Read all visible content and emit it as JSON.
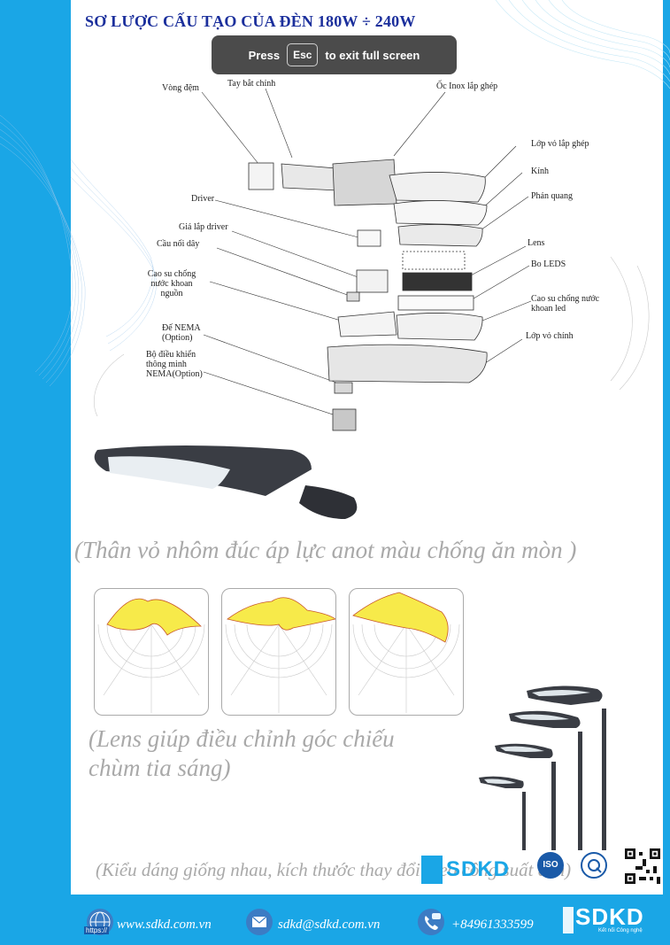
{
  "title": "SƠ LƯỢC CẤU TẠO CỦA ĐÈN 180W ÷ 240W",
  "fullscreen_toast": {
    "press": "Press",
    "key": "Esc",
    "message": "to exit full screen"
  },
  "diagram_labels": {
    "vong_dem": "Vòng đệm",
    "tay_bat_chinh": "Tay bắt chỉnh",
    "oc_inox": "Ốc Inox lắp ghép",
    "lop_vo_lap_ghep": "Lớp vỏ lắp ghép",
    "kinh": "Kính",
    "phan_quang": "Phản quang",
    "driver": "Driver",
    "gia_lap_driver": "Giá lắp driver",
    "cau_noi_day": "Cầu nối dây",
    "cao_su_khoan_nguon": [
      "Cao su chống",
      "nước khoan",
      "nguồn"
    ],
    "lens": "Lens",
    "bo_leds": "Bo LEDS",
    "cao_su_khoan_led": [
      "Cao su chống nước",
      "khoan led"
    ],
    "lop_vo_chinh": "Lớp vỏ chính",
    "de_nema": [
      "Đế NEMA",
      "(Option)"
    ],
    "bo_dieu_khien": [
      "Bộ điều khiển",
      "thông minh",
      "NEMA(Option)"
    ]
  },
  "captions": {
    "body": "(Thân vỏ nhôm đúc áp lực anot màu chống ăn mòn )",
    "lens_line1": "(Lens giúp điều chỉnh góc chiếu",
    "lens_line2": "chùm tia sáng)",
    "sizes": "(Kiểu dáng giống nhau, kích thước thay đổi theo công suất đèn)"
  },
  "badges": {
    "sdkd": "SDKD",
    "iso": "ISO",
    "https": "https://"
  },
  "footer": {
    "website": "www.sdkd.com.vn",
    "email": "sdkd@sdkd.com.vn",
    "phone": "+84961333599",
    "logo": "SDKD",
    "logo_sub": "Kết nối Công nghệ"
  },
  "colors": {
    "accent_blue": "#1aa6e6",
    "title_blue": "#1b2f9c",
    "caption_gray": "#a9a9a9",
    "beam_yellow": "#f7ea4a"
  }
}
